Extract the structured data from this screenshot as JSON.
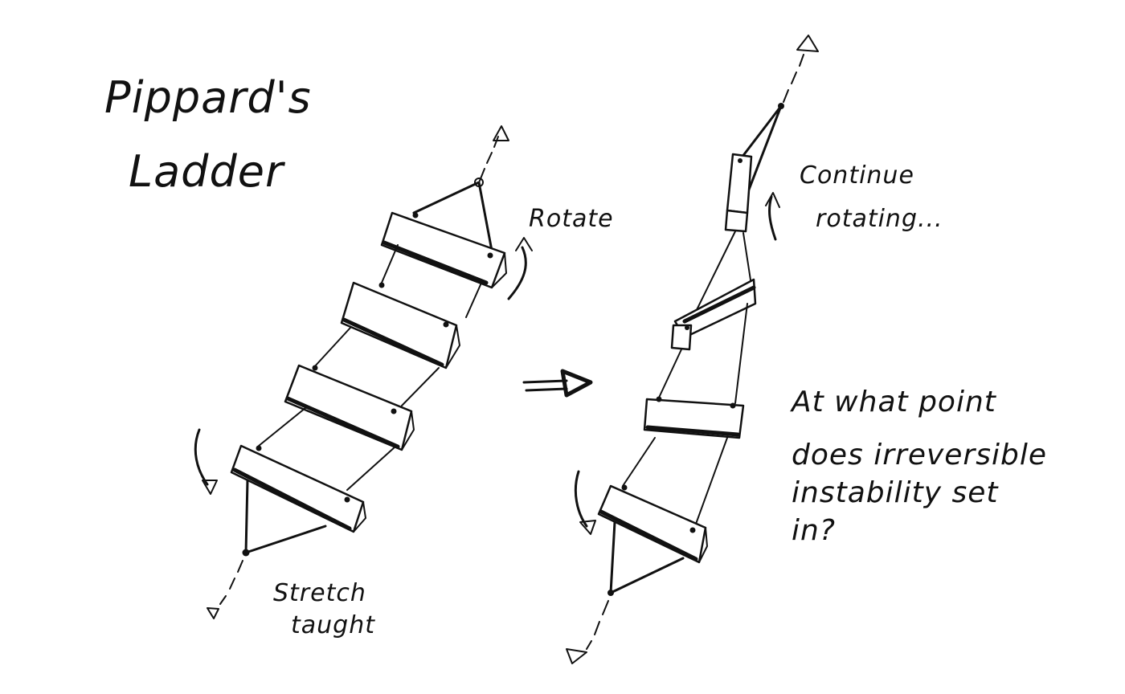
{
  "title": {
    "line1": "Pippard's",
    "line2": "Ladder"
  },
  "labels": {
    "rotate": "Rotate",
    "stretch_line1": "Stretch",
    "stretch_line2": "taught",
    "continue_line1": "Continue",
    "continue_line2": "rotating...",
    "question_line1": "At what point",
    "question_line2": "does irreversible",
    "question_line3": "instability set",
    "question_line4": "in?"
  },
  "colors": {
    "ink": "#111111",
    "paper": "#ffffff"
  }
}
